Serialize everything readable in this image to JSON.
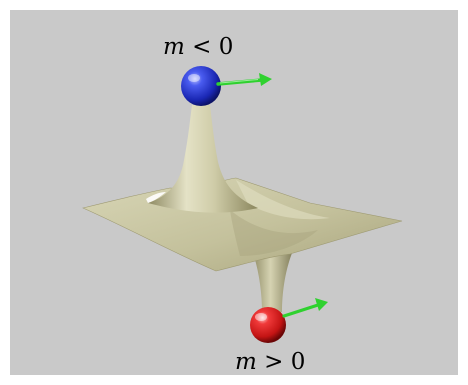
{
  "labels": {
    "negative_mass": {
      "variable": "m",
      "relation": " < 0"
    },
    "positive_mass": {
      "variable": "m",
      "relation": " > 0"
    }
  },
  "colors": {
    "panel_background": "#c9c9c9",
    "sheet": "#c9c6a2",
    "sheet_shadow": "#8f8b63",
    "negative_mass_sphere": "#1f2fc4",
    "positive_mass_sphere": "#d61a1a",
    "velocity_arrow": "#2fd12f"
  },
  "icons": {
    "negative_mass_ball": "blue-sphere",
    "positive_mass_ball": "red-sphere",
    "velocity_arrows": "green-arrow"
  }
}
